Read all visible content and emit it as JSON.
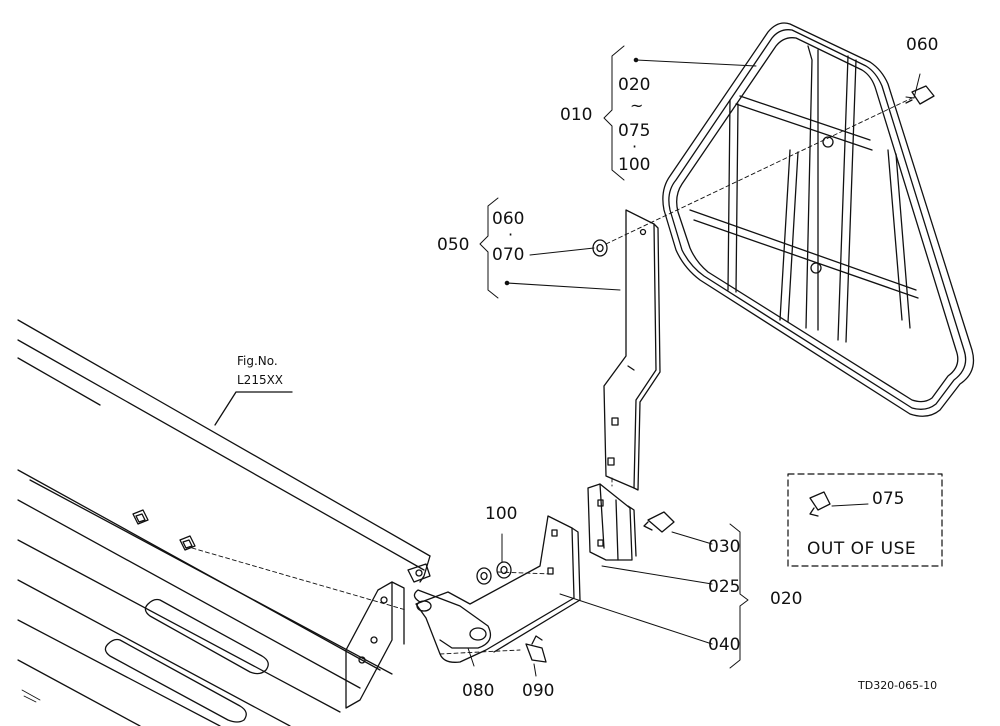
{
  "callouts": {
    "c010": "010",
    "c020_top": "020",
    "range_sym": "~",
    "c075_top": "075",
    "dot_sym": "·",
    "c100_top": "100",
    "c060_right": "060",
    "c050": "050",
    "c060_mid": "060",
    "c070": "070",
    "c100_low": "100",
    "c030": "030",
    "c025": "025",
    "c020_right": "020",
    "c040": "040",
    "c080": "080",
    "c090": "090"
  },
  "fig_ref": {
    "line1": "Fig.No.",
    "line2": "L215XX"
  },
  "out_of_use_box": {
    "part": "075",
    "note": "OUT OF USE"
  },
  "drawing_code": "TD320-065-10"
}
